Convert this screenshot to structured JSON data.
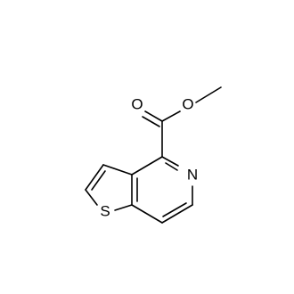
{
  "molecule": {
    "atoms": {
      "o_carbonyl": "O",
      "o_ester": "O",
      "n_ring": "N",
      "s_ring": "S"
    }
  }
}
